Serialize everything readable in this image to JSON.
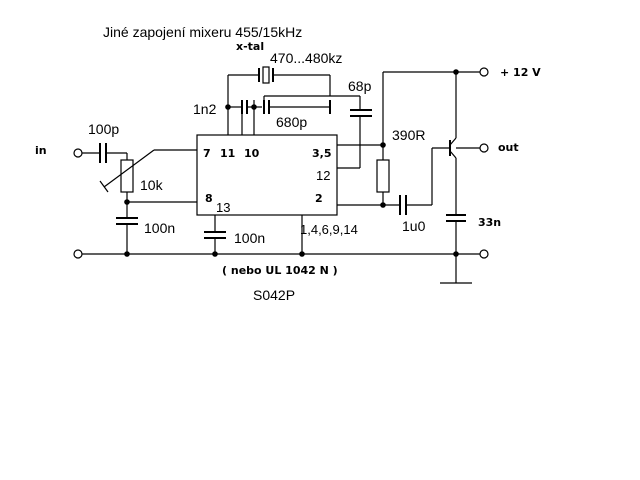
{
  "title": "Jiné zapojení mixeru 455/15kHz",
  "subtitle": "( nebo UL 1042 N )",
  "ic_name": "S042P",
  "labels": {
    "xtal": "x-tal",
    "xtal_freq": "470...480kz",
    "c_1n2": "1n2",
    "c_680p": "680p",
    "c_68p": "68p",
    "r_390": "390R",
    "c_100p": "100p",
    "pot_10k": "10k",
    "c_100n_left": "100n",
    "c_100n_mid": "100n",
    "c_1u0": "1u0",
    "c_33n": "33n",
    "ground_pins": "1,4,6,9,14"
  },
  "io": {
    "in": "in",
    "out": "out",
    "vcc": "+ 12 V"
  },
  "pins": {
    "p7": "7",
    "p11": "11",
    "p10": "10",
    "p35": "3,5",
    "p12": "12",
    "p8": "8",
    "p13": "13",
    "p2": "2"
  }
}
